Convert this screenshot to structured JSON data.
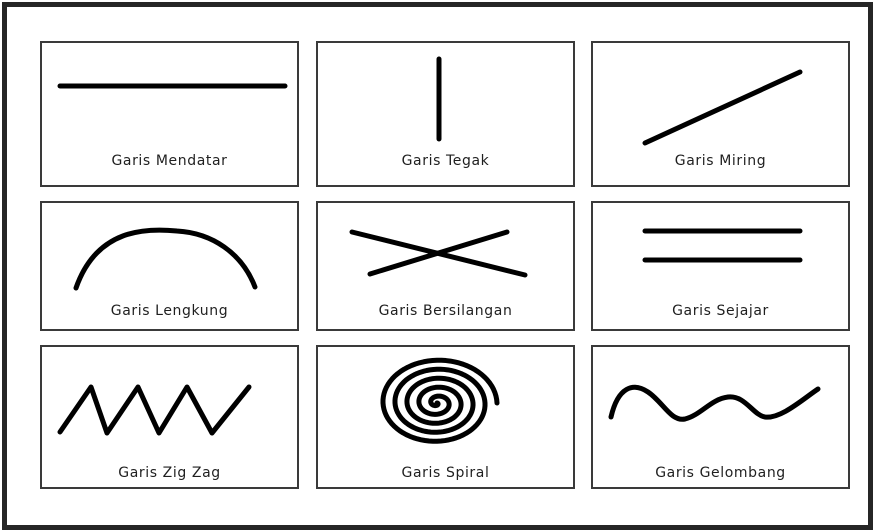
{
  "cards": [
    {
      "label": "Garis Mendatar",
      "icon": "horizontal-line-icon"
    },
    {
      "label": "Garis Tegak",
      "icon": "vertical-line-icon"
    },
    {
      "label": "Garis Miring",
      "icon": "diagonal-line-icon"
    },
    {
      "label": "Garis Lengkung",
      "icon": "curved-line-icon"
    },
    {
      "label": "Garis Bersilangan",
      "icon": "crossing-lines-icon"
    },
    {
      "label": "Garis Sejajar",
      "icon": "parallel-lines-icon"
    },
    {
      "label": "Garis Zig Zag",
      "icon": "zigzag-line-icon"
    },
    {
      "label": "Garis Spiral",
      "icon": "spiral-line-icon"
    },
    {
      "label": "Garis Gelombang",
      "icon": "wave-line-icon"
    }
  ],
  "colors": {
    "stroke": "#000000",
    "border": "#3a3a3a",
    "frame": "#262626"
  }
}
